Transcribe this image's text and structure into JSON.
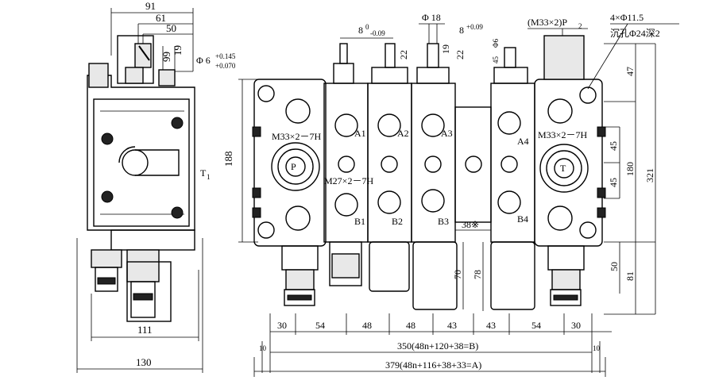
{
  "side_view": {
    "dims_top": [
      "91",
      "61",
      "50"
    ],
    "dims_vert": [
      "99",
      "19"
    ],
    "pin_tol": "Φ 6",
    "pin_tol_sup": "+0.145",
    "pin_tol_sub": "+0.070",
    "port_label": "T",
    "port_sub": "1",
    "dims_bottom": [
      "111",
      "130"
    ]
  },
  "front_view": {
    "top_callouts": {
      "spool_width": "8",
      "spool_tol_a": "0",
      "spool_tol_b": "-0.09",
      "spool_dia": "Φ 18",
      "spool_width2": "8",
      "spool_tol2": "+0.09",
      "h22a": "22",
      "h22b": "22",
      "h19": "19",
      "h45": "45",
      "phi6": "Φ6"
    },
    "port_p2": "(M33×2)P",
    "port_p2_sub": "2",
    "mount_holes": "4×Φ11.5",
    "counterbore": "沉孔Φ24深2",
    "port_p_thread": "M33×2－7H",
    "port_t_thread": "M33×2－7H",
    "work_thread": "M27×2－7H",
    "port_p": "P",
    "port_t": "T",
    "ports_a": [
      "A1",
      "A2",
      "A3",
      "A4"
    ],
    "ports_b": [
      "B1",
      "B2",
      "B3",
      "B4"
    ],
    "pitch_note": "38※",
    "left_height": "188",
    "right_dims": [
      "47",
      "45",
      "45",
      "180",
      "321",
      "50",
      "81"
    ],
    "lower_dims": [
      "70",
      "78"
    ],
    "bottom_segments": [
      "30",
      "54",
      "48",
      "48",
      "43",
      "43",
      "54",
      "30"
    ],
    "side_offsets": [
      "10",
      "10"
    ],
    "total_b": "350(48n+120+38=B)",
    "total_a": "379(48n+116+38+33=A)"
  }
}
